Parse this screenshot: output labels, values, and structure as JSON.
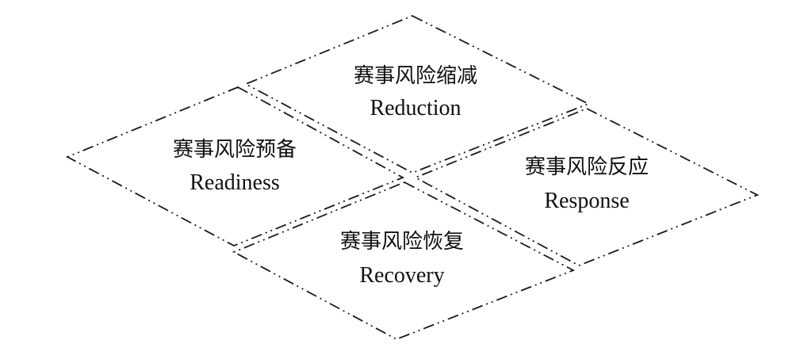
{
  "diagram": {
    "quadrants": [
      {
        "id": "reduction",
        "zh": "赛事风险缩减",
        "en": "Reduction"
      },
      {
        "id": "readiness",
        "zh": "赛事风险预备",
        "en": "Readiness"
      },
      {
        "id": "response",
        "zh": "赛事风险反应",
        "en": "Response"
      },
      {
        "id": "recovery",
        "zh": "赛事风险恢复",
        "en": "Recovery"
      }
    ]
  },
  "colors": {
    "line": "#1a1a1a",
    "text": "#111111",
    "background": "#ffffff"
  }
}
